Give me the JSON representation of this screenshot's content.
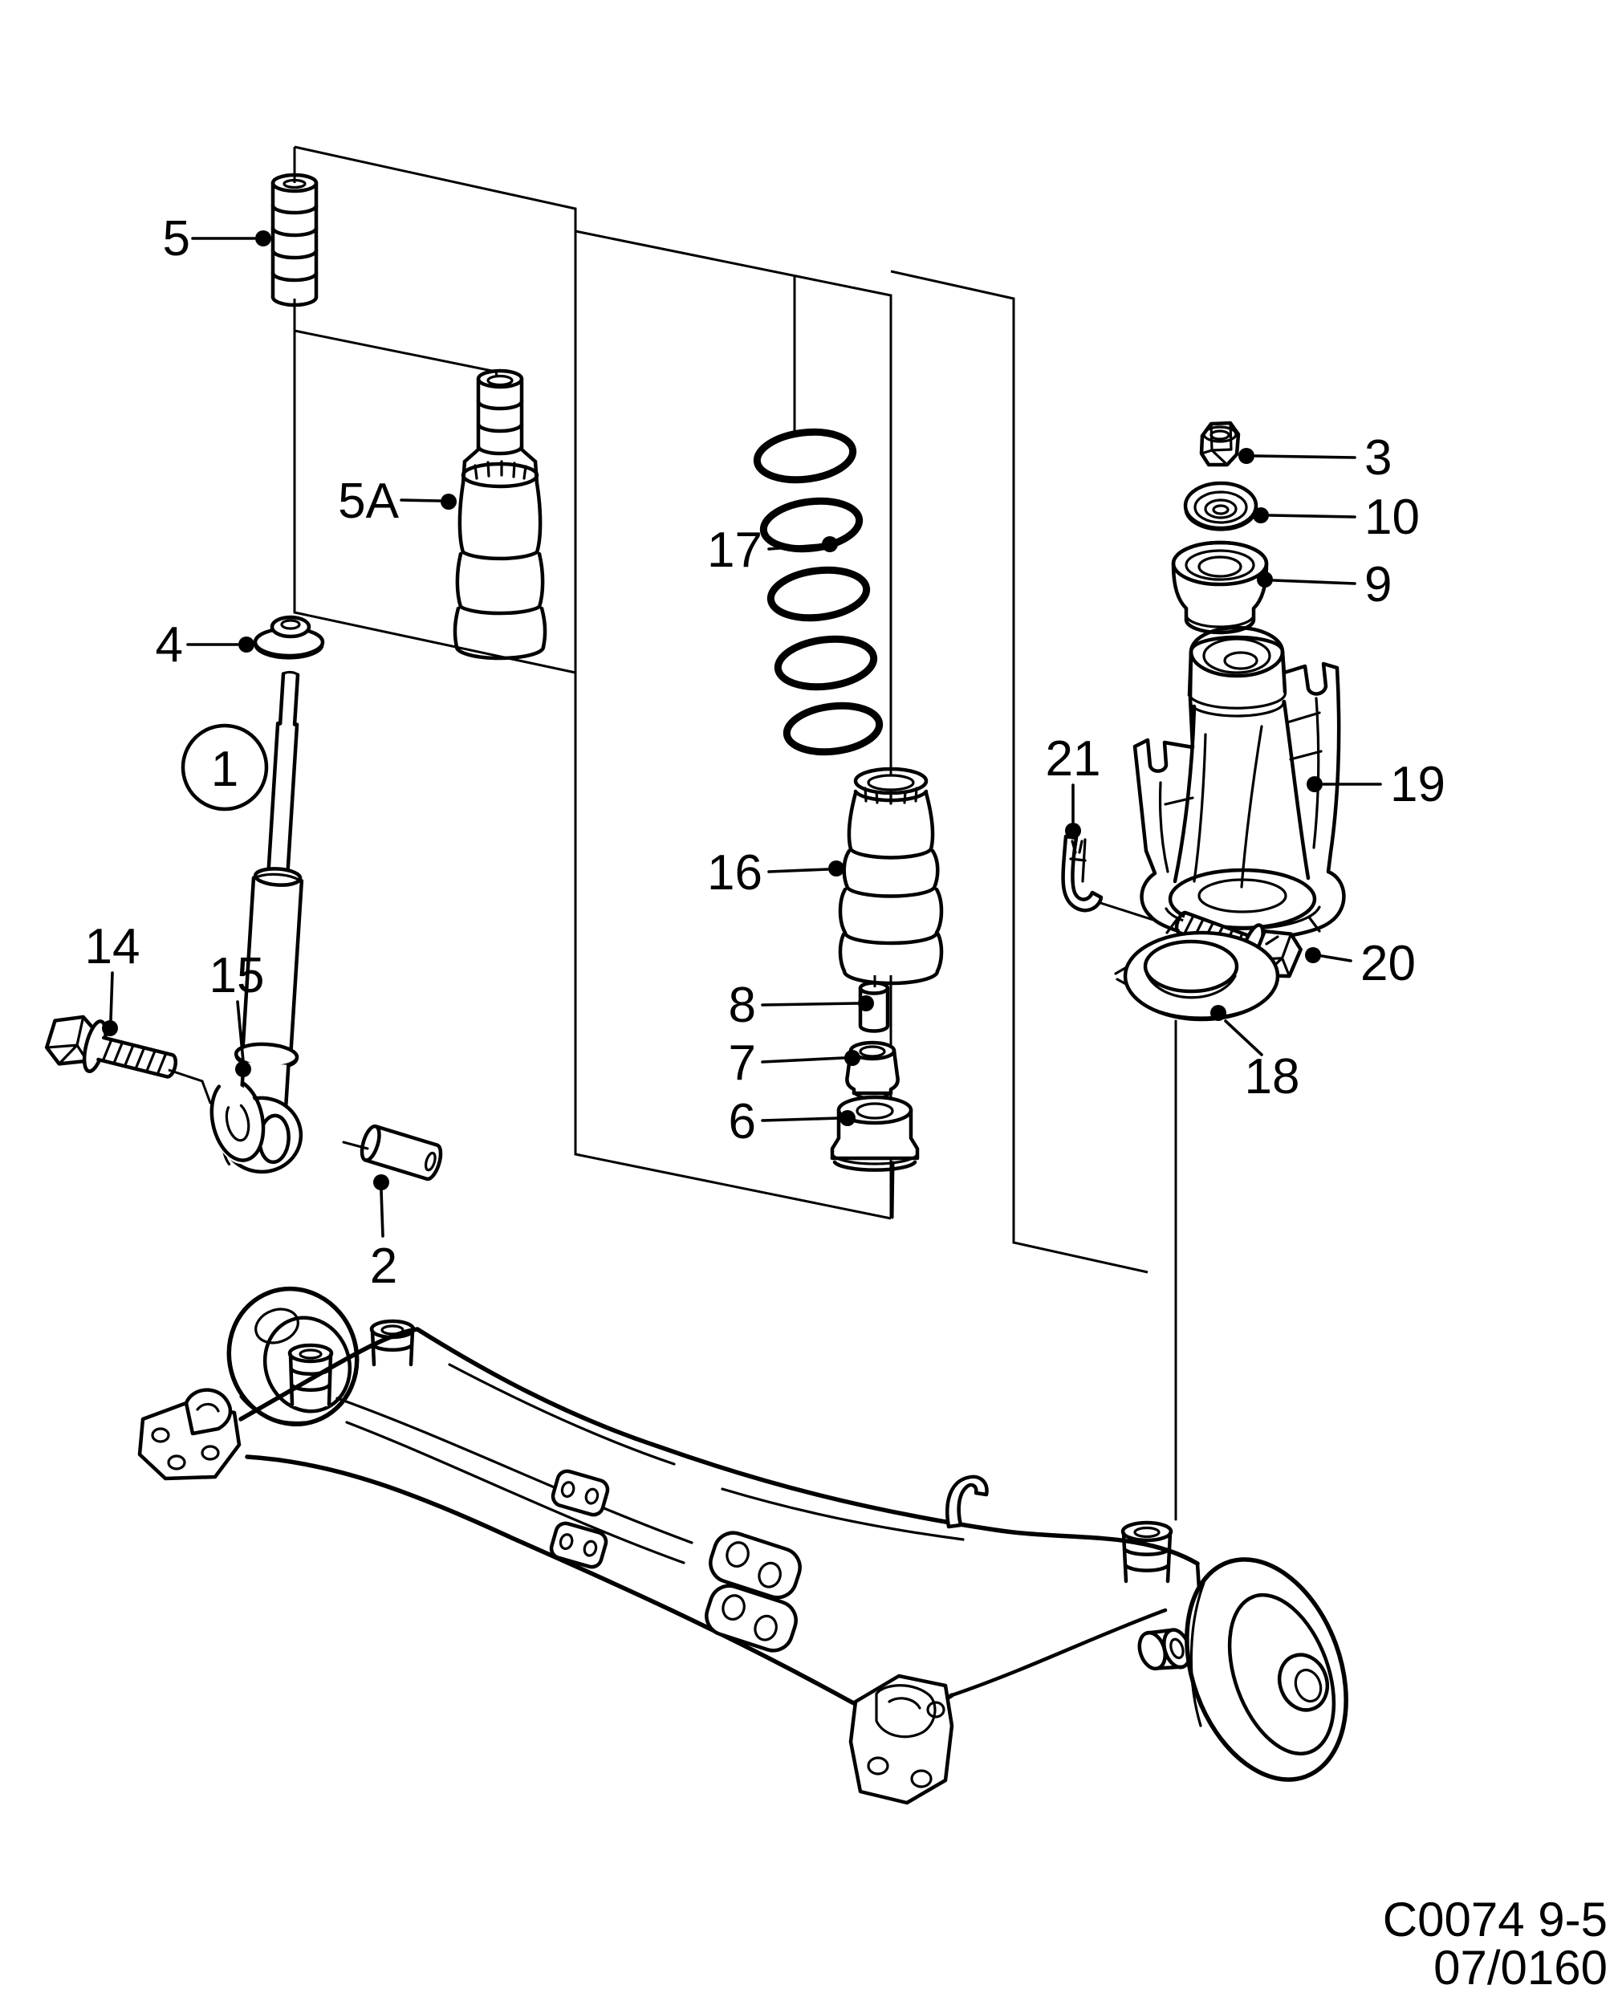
{
  "figure": {
    "code": "C0074 9-5",
    "revision": "07/0160"
  },
  "callouts": {
    "c1": "1",
    "c2": "2",
    "c3": "3",
    "c4": "4",
    "c5": "5",
    "c5a": "5A",
    "c6": "6",
    "c7": "7",
    "c8": "8",
    "c9": "9",
    "c10": "10",
    "c14": "14",
    "c15": "15",
    "c16": "16",
    "c17": "17",
    "c18": "18",
    "c19": "19",
    "c20": "20",
    "c21": "21"
  }
}
